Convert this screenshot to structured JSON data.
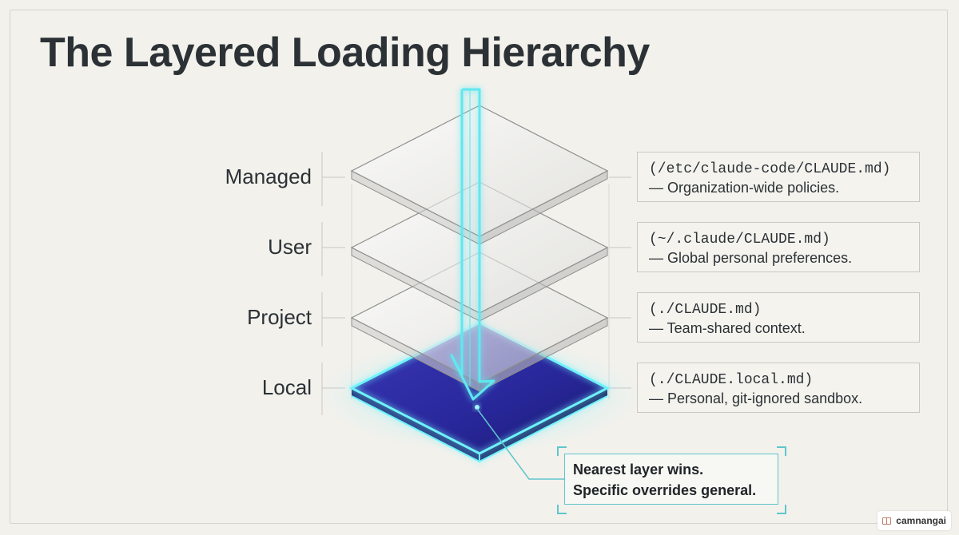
{
  "title": "The Layered Loading Hierarchy",
  "layers": [
    {
      "name": "Managed",
      "path": "(/etc/claude-code/CLAUDE.md)",
      "description": "— Organization-wide policies."
    },
    {
      "name": "User",
      "path": "(~/.claude/CLAUDE.md)",
      "description": "— Global personal preferences."
    },
    {
      "name": "Project",
      "path": "(./CLAUDE.md)",
      "description": "— Team-shared context."
    },
    {
      "name": "Local",
      "path": "(./CLAUDE.local.md)",
      "description": "— Personal, git-ignored sandbox."
    }
  ],
  "callout": {
    "line1": "Nearest layer wins.",
    "line2": "Specific overrides general."
  },
  "watermark": "camnangai",
  "colors": {
    "accent": "#5fe8f0",
    "local_layer": "#2c2aa0",
    "text": "#2b3135",
    "background": "#f2f1ec"
  }
}
